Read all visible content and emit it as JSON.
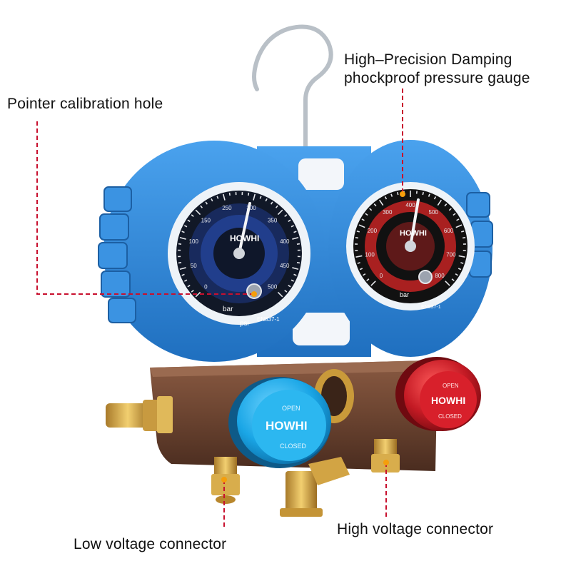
{
  "callouts": {
    "precision_gauge_line1": "High–Precision Damping",
    "precision_gauge_line2": "phockproof pressure gauge",
    "calibration_hole": "Pointer calibration hole",
    "low_connector": "Low voltage connector",
    "high_connector": "High voltage connector"
  },
  "brand": "HOWHI",
  "knob_text": {
    "open": "OPEN",
    "closed": "CLOSED"
  },
  "gauge_text": {
    "bar": "bar",
    "psi": "psi",
    "standard": "EN837-1"
  },
  "low_gauge_scale": [
    "0",
    "50",
    "100",
    "150",
    "250",
    "300",
    "350",
    "400",
    "450",
    "500"
  ],
  "high_gauge_scale": [
    "0",
    "100",
    "200",
    "300",
    "400",
    "500",
    "600",
    "700",
    "800"
  ],
  "colors": {
    "callout_line": "#c8102e",
    "gauge_housing_blue": "#2f86d6",
    "gauge_ring_white": "#eef3f8",
    "low_knob_blue": "#1aa6e6",
    "high_knob_red": "#c41a24",
    "manifold_bronze": "#6e4632",
    "brass": "#d4a640"
  }
}
